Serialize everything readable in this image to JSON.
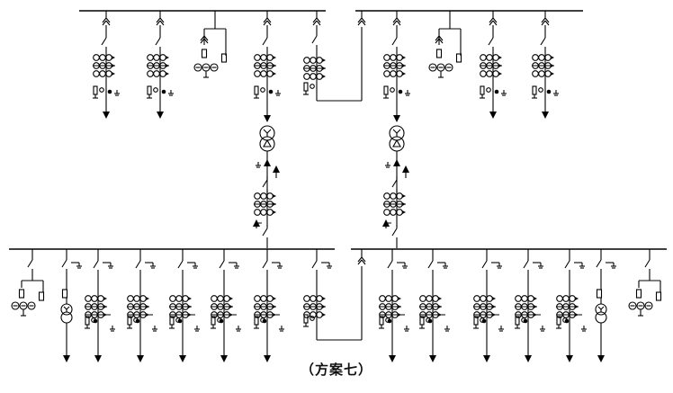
{
  "caption": "（方案七）",
  "colors": {
    "line": "#000000",
    "background": "#ffffff"
  },
  "diagram": {
    "kind": "single-line electrical wiring diagram",
    "upper_busbars": 2,
    "lower_busbars": 2,
    "transformers": 2,
    "upper_bus_bays": {
      "left": [
        "feeder",
        "feeder",
        "pt",
        "transformer",
        "bus-tie"
      ],
      "right": [
        "transformer",
        "pt",
        "feeder",
        "feeder"
      ]
    },
    "lower_bus_bays": {
      "left": [
        "pt",
        "station-transformer",
        "feeder",
        "feeder",
        "feeder",
        "feeder",
        "incoming",
        "bus-tie"
      ],
      "right": [
        "incoming",
        "feeder",
        "feeder",
        "feeder",
        "feeder",
        "feeder",
        "station-transformer",
        "pt"
      ]
    },
    "icons": [
      "transformer-icon",
      "switch-icon",
      "current-transformer-icon",
      "arrester-icon",
      "fuse-icon",
      "earth-icon",
      "outgoing-arrow-icon"
    ]
  }
}
